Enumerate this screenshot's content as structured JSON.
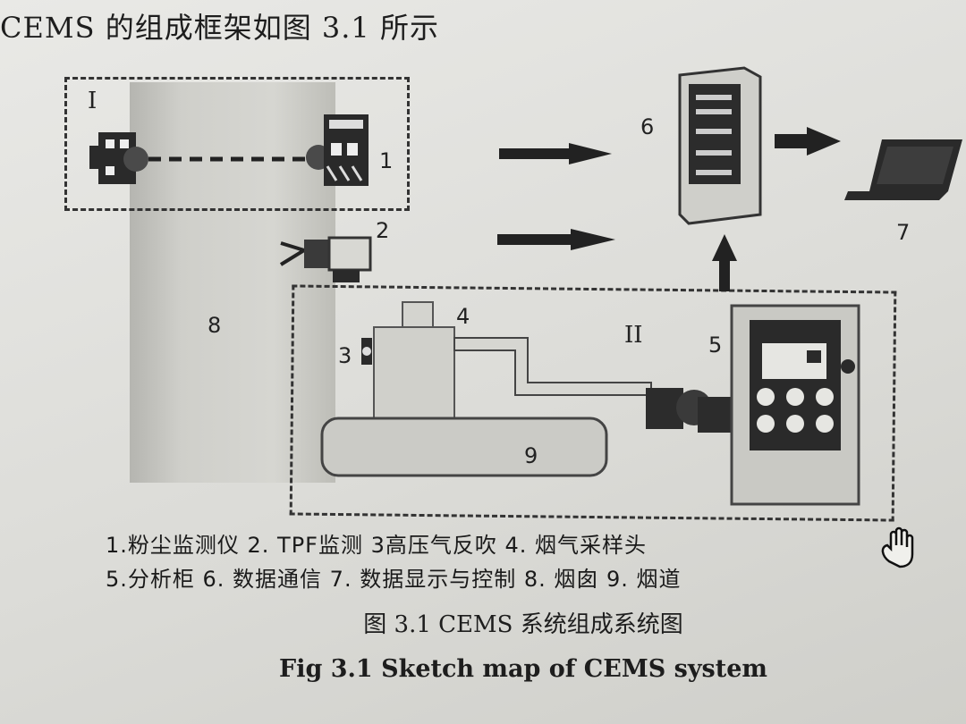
{
  "header": {
    "title": "CEMS 的组成框架如图 3.1 所示"
  },
  "diagram": {
    "region_I": "I",
    "region_II": "II",
    "labels": {
      "n1": "1",
      "n2": "2",
      "n3": "3",
      "n4": "4",
      "n5": "5",
      "n6": "6",
      "n7": "7",
      "n8": "8",
      "n9": "9"
    },
    "icons": [
      "dust-monitor-icon",
      "tpf-monitor-icon",
      "valve-icon",
      "sampling-probe-icon",
      "analyzer-cabinet-icon",
      "server-icon",
      "laptop-icon",
      "arrow-right-icon",
      "arrow-up-icon",
      "hand-cursor-icon"
    ]
  },
  "legend": {
    "line1": "1.粉尘监测仪  2. TPF监测  3高压气反吹  4. 烟气采样头",
    "line2": "5.分析柜  6. 数据通信  7. 数据显示与控制  8. 烟囱  9. 烟道"
  },
  "caption": {
    "cn": "图 3.1 CEMS 系统组成系统图",
    "en": "Fig 3.1 Sketch map of CEMS system"
  }
}
